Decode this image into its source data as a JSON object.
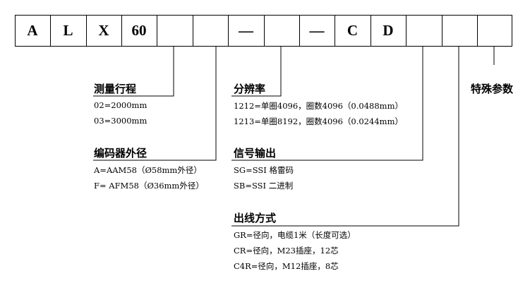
{
  "code_cells": [
    "A",
    "L",
    "X",
    "60",
    "",
    "",
    "—",
    "",
    "—",
    "C",
    "D",
    "",
    "",
    ""
  ],
  "sections": {
    "stroke": {
      "title": "测量行程",
      "options": [
        "02=2000mm",
        "03=3000mm"
      ]
    },
    "resolution": {
      "title": "分辨率",
      "options": [
        "1212=单圈4096，圈数4096（0.0488mm）",
        "1213=单圈8192，圈数4096（0.0244mm）"
      ]
    },
    "special": {
      "title": "特殊参数"
    },
    "encoder_diameter": {
      "title": "编码器外径",
      "options": [
        "A=AAM58（Ø58mm外径）",
        "F= AFM58（Ø36mm外径）"
      ]
    },
    "signal_output": {
      "title": "信号输出",
      "options": [
        "SG=SSI 格雷码",
        "SB=SSI 二进制"
      ]
    },
    "outlet": {
      "title": "出线方式",
      "options": [
        "GR=径向，电缆1米（长度可选）",
        "CR=径向，M23插座，12芯",
        "C4R=径向，M12插座，8芯"
      ]
    }
  }
}
